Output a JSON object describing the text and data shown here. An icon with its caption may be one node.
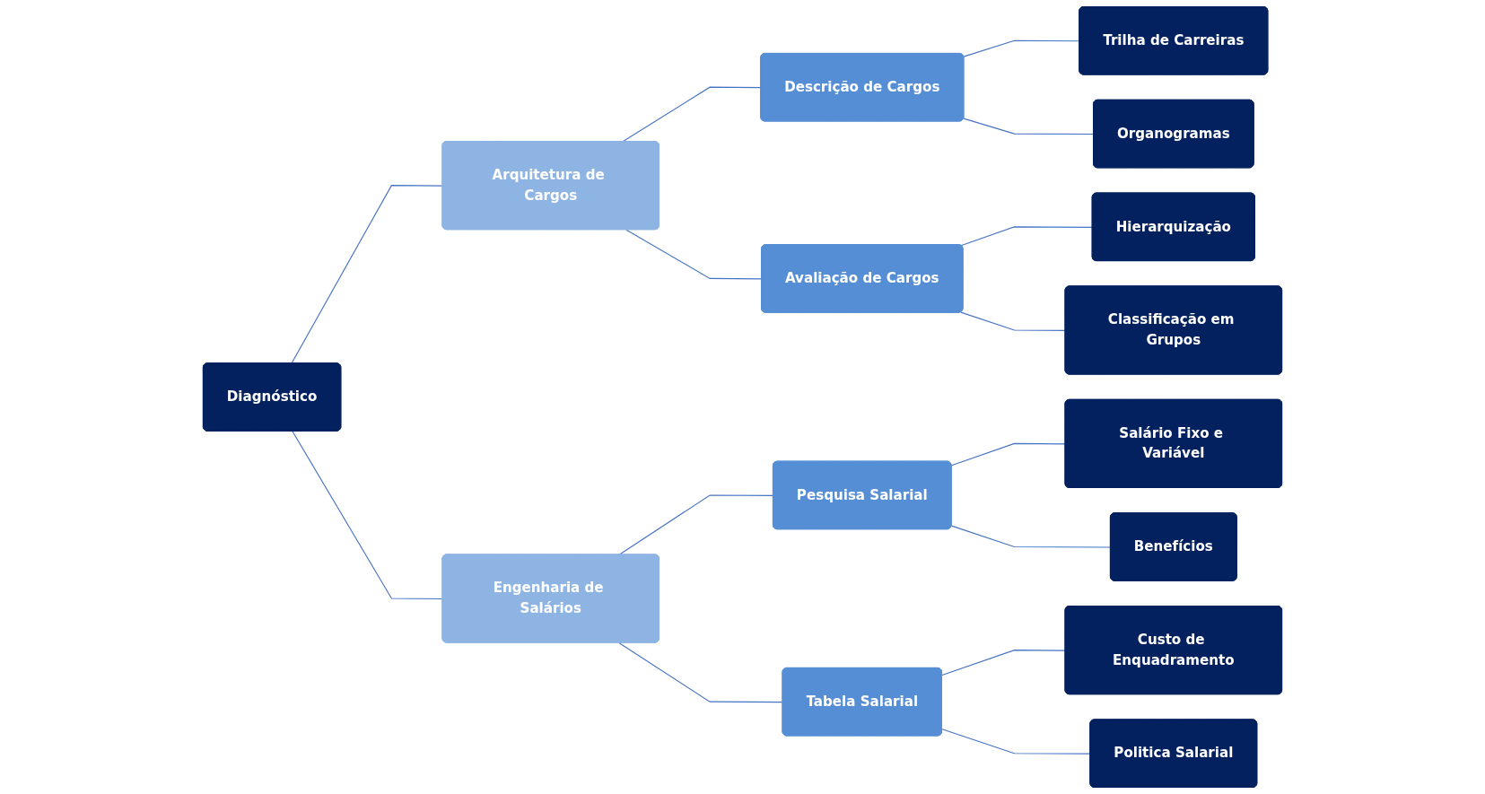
{
  "diagram": {
    "nodes": [
      {
        "text": [
          "Diagnóstico"
        ]
      },
      {
        "text": [
          "Arquitetura de Cargos"
        ]
      },
      {
        "text": [
          "Descrição de Cargos"
        ]
      },
      {
        "text": [
          "Trilha de Carreiras"
        ]
      },
      {
        "text": [
          "Organogramas"
        ]
      },
      {
        "text": [
          "Avaliação de Cargos"
        ]
      },
      {
        "text": [
          "Hierarquização"
        ]
      },
      {
        "text": [
          "Classificação em Grupos"
        ]
      },
      {
        "text": [
          "Engenharia de Salários"
        ]
      },
      {
        "text": [
          "Pesquisa Salarial"
        ]
      },
      {
        "text": [
          "Salário Fixo e Variável"
        ]
      },
      {
        "text": [
          "Benefícios"
        ]
      },
      {
        "text": [
          "Tabela Salarial"
        ]
      },
      {
        "text": [
          "Custo de Enquadramento"
        ]
      },
      {
        "text": [
          "Politica Salarial"
        ]
      }
    ],
    "edges": [
      {
        "from": 0,
        "to": 1,
        "arrow": "none"
      },
      {
        "from": 0,
        "to": 8,
        "arrow": "none"
      },
      {
        "from": 1,
        "to": 2,
        "arrow": "none"
      },
      {
        "from": 1,
        "to": 5,
        "arrow": "none"
      },
      {
        "from": 2,
        "to": 3,
        "arrow": "none"
      },
      {
        "from": 2,
        "to": 4,
        "arrow": "none"
      },
      {
        "from": 5,
        "to": 6,
        "arrow": "none"
      },
      {
        "from": 5,
        "to": 7,
        "arrow": "none"
      },
      {
        "from": 8,
        "to": 9,
        "arrow": "none"
      },
      {
        "from": 8,
        "to": 12,
        "arrow": "none"
      },
      {
        "from": 9,
        "to": 10,
        "arrow": "none"
      },
      {
        "from": 9,
        "to": 11,
        "arrow": "none"
      },
      {
        "from": 12,
        "to": 13,
        "arrow": "none"
      },
      {
        "from": 12,
        "to": 14,
        "arrow": "none"
      }
    ]
  }
}
